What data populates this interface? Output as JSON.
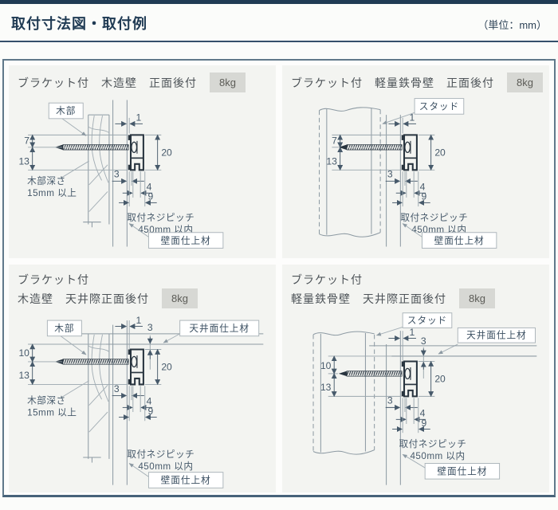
{
  "page": {
    "title": "取付寸法図・取付例",
    "unit": "（単位：mm）"
  },
  "shared": {
    "badge": "8kg",
    "labels": {
      "wood": "木部",
      "stud": "スタッド",
      "wall_finish": "壁面仕上材",
      "ceiling_finish": "天井面仕上材",
      "wood_depth_line1": "木部深さ",
      "wood_depth_line2": "15mm 以上",
      "pitch_line1": "取付ネジピッチ",
      "pitch_line2": "450mm 以内"
    },
    "dims": {
      "gap_top": "1",
      "front_offset": "3",
      "ceiling_gap": "3",
      "upper_front": "7",
      "upper_ceiling": "10",
      "lower": "13",
      "rail_height": "20",
      "lip": "4",
      "depth": "9"
    }
  },
  "panels": {
    "top_left": {
      "title": "ブラケット付　木造壁　正面後付"
    },
    "top_right": {
      "title": "ブラケット付　軽量鉄骨壁　正面後付"
    },
    "bottom_left": {
      "title_line1": "ブラケット付",
      "title_line2": "木造壁　天井際正面後付"
    },
    "bottom_right": {
      "title_line1": "ブラケット付",
      "title_line2": "軽量鉄骨壁　天井際正面後付"
    }
  },
  "colors": {
    "header_navy": "#203b54",
    "box_border": "#60788a",
    "panel_bg": "#f3f4f1",
    "badge_bg": "#d7d8d4",
    "drawing_line": "#8d9aa3",
    "dim_line": "#46596a",
    "rail_dark": "#28343f"
  }
}
